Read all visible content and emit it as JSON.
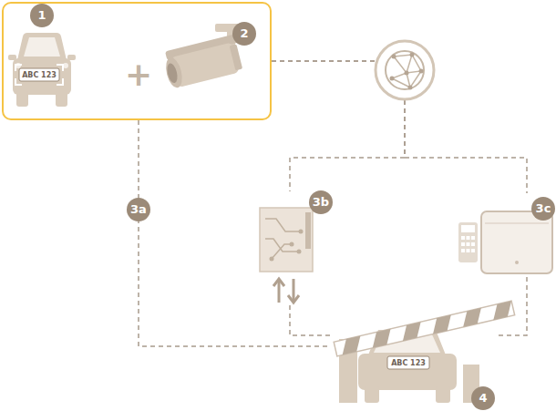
{
  "diagram": {
    "nodes": [
      {
        "text": [
          "1",
          "ABC 123",
          "+",
          "2"
        ]
      },
      {
        "text": [
          "3b"
        ]
      },
      {
        "text": [
          "3c"
        ]
      },
      {
        "text": [
          "ABC 123",
          "4"
        ]
      }
    ],
    "edges": [
      {
        "from": 0,
        "to": 3,
        "arrow": "none",
        "label": "3a"
      },
      {
        "from": 0,
        "to": 1,
        "arrow": "none"
      },
      {
        "from": 0,
        "to": 2,
        "arrow": "none"
      },
      {
        "from": 1,
        "to": 3,
        "arrow": "none"
      },
      {
        "from": 2,
        "to": 3,
        "arrow": "none"
      }
    ]
  }
}
